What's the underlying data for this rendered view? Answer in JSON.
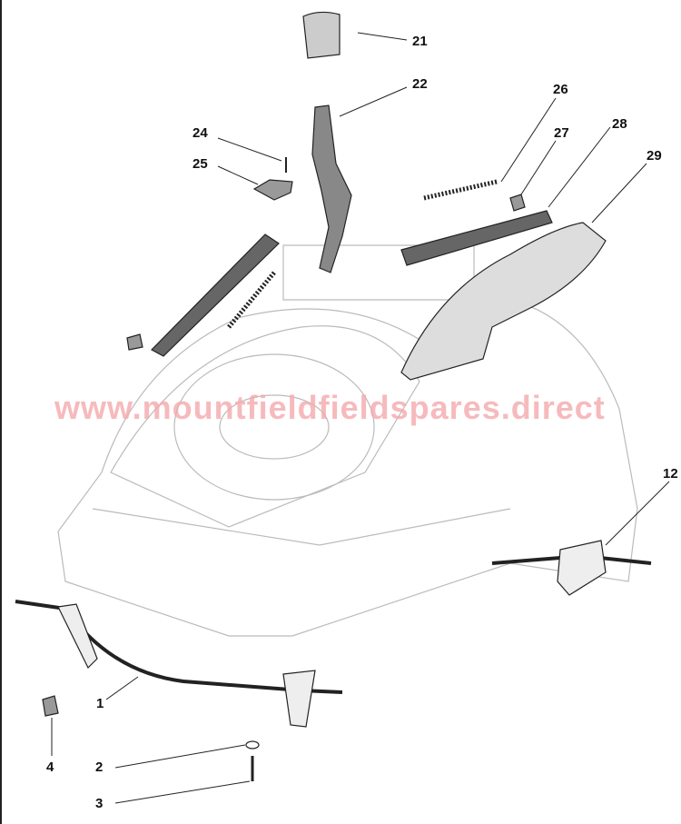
{
  "watermark": "www.mountfieldfieldspares.direct",
  "callouts": [
    {
      "id": "21",
      "part": "handle-cap"
    },
    {
      "id": "22",
      "part": "height-lever"
    },
    {
      "id": "24",
      "part": "screw"
    },
    {
      "id": "25",
      "part": "bracket"
    },
    {
      "id": "26",
      "part": "spring"
    },
    {
      "id": "27",
      "part": "clip"
    },
    {
      "id": "28",
      "part": "link-arm"
    },
    {
      "id": "29",
      "part": "lever-cover"
    },
    {
      "id": "12",
      "part": "rear-axle"
    },
    {
      "id": "1",
      "part": "front-axle"
    },
    {
      "id": "4",
      "part": "axle-clip"
    },
    {
      "id": "2",
      "part": "washer"
    },
    {
      "id": "3",
      "part": "bolt"
    }
  ]
}
